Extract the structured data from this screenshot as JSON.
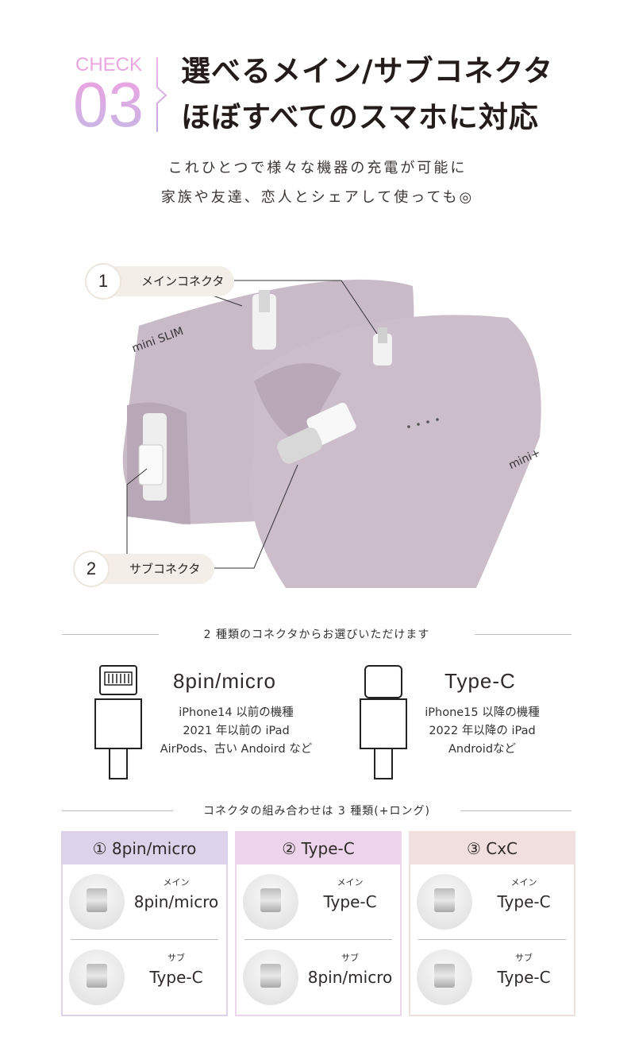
{
  "header": {
    "check": "CHECK",
    "number": "03",
    "title_lines": [
      "選べるメイン/サブコネクタ",
      "ほぼすべてのスマホに対応"
    ]
  },
  "intro": [
    "これひとつで様々な機器の充電が可能に",
    "家族や友達、恋人とシェアして使っても◎"
  ],
  "photo": {
    "callouts": [
      {
        "number": "1",
        "label": "メインコネクタ"
      },
      {
        "number": "2",
        "label": "サブコネクタ"
      }
    ],
    "models": [
      "mini SLIM",
      "mini+"
    ],
    "device_color": "#c9bac8"
  },
  "connectors": {
    "heading": "2 種類のコネクタからお選びいただけます",
    "items": [
      {
        "icon": "lightning-connector-icon",
        "title": "8pin/micro",
        "lines": [
          "iPhone14 以前の機種",
          "2021 年以前の iPad",
          "AirPods、古い Andoird など"
        ]
      },
      {
        "icon": "usb-c-connector-icon",
        "title": "Type-C",
        "lines": [
          "iPhone15 以降の機種",
          "2022 年以降の iPad",
          "Androidなど"
        ]
      }
    ]
  },
  "combos": {
    "heading": "コネクタの組み合わせは 3 種類(+ロング)",
    "columns": [
      {
        "title": "① 8pin/micro",
        "color": "#dcd3ea",
        "main_role": "メイン",
        "main": "8pin/micro",
        "sub_role": "サブ",
        "sub": "Type-C"
      },
      {
        "title": "② Type-C",
        "color": "#ecd5ea",
        "main_role": "メイン",
        "main": "Type-C",
        "sub_role": "サブ",
        "sub": "8pin/micro"
      },
      {
        "title": "③ CxC",
        "color": "#f1dfe0",
        "main_role": "メイン",
        "main": "Type-C",
        "sub_role": "サブ",
        "sub": "Type-C"
      }
    ]
  }
}
